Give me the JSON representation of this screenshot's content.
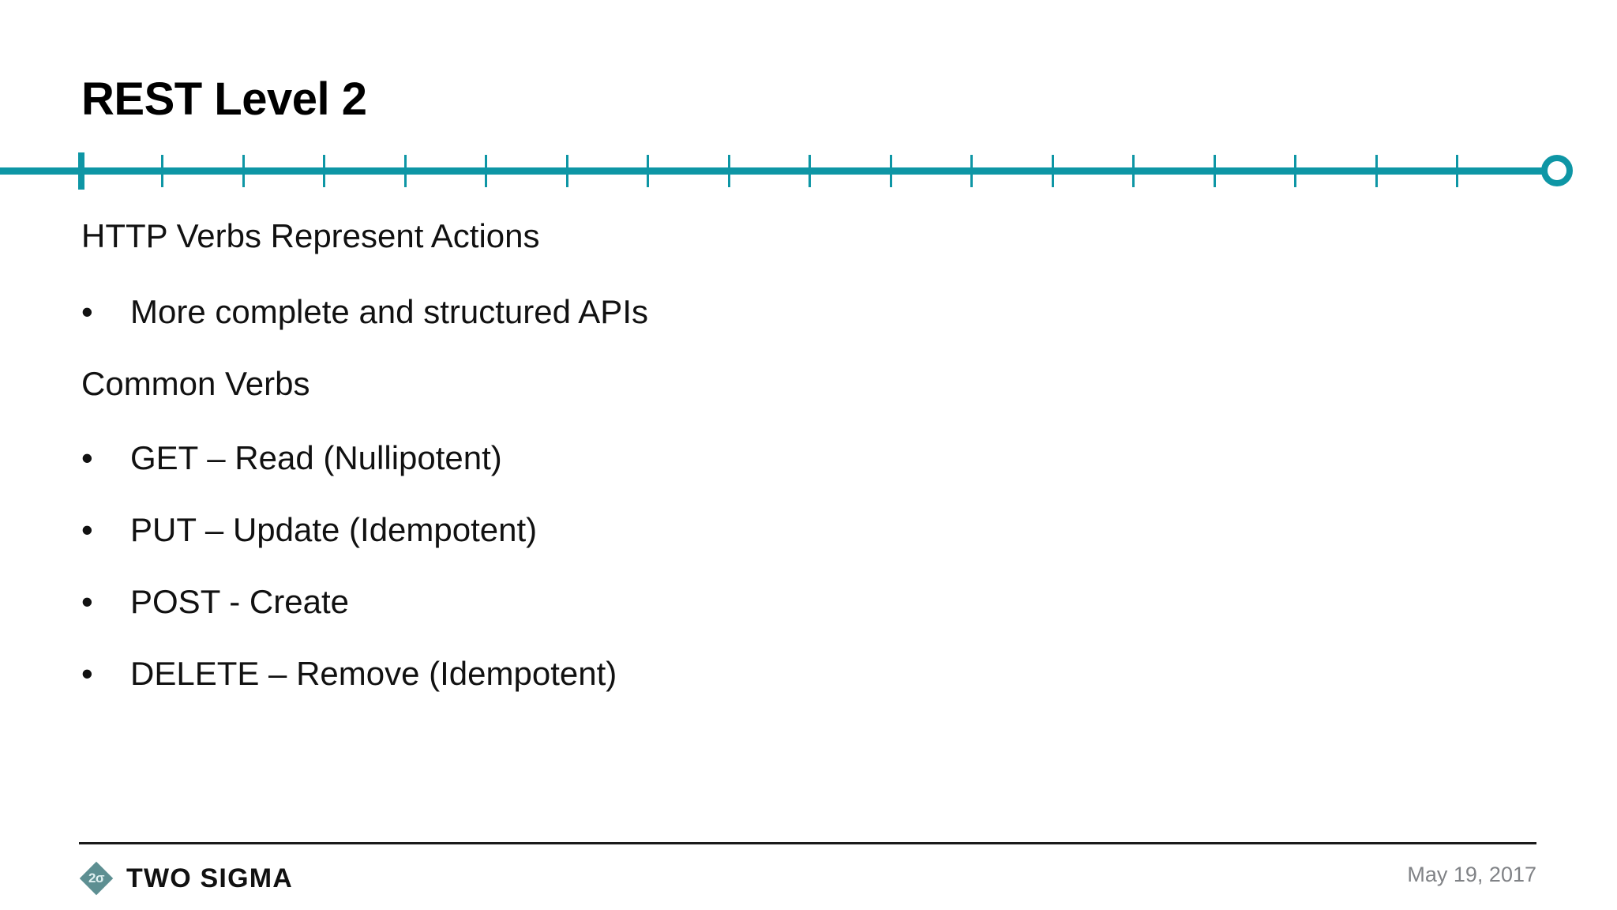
{
  "slide": {
    "title": "REST Level 2",
    "background_color": "#ffffff"
  },
  "timeline": {
    "accent_color": "#0E96A5",
    "total_ticks": 18,
    "current_tick_index": 0,
    "endcap_shape": "hollow-circle"
  },
  "content": {
    "lead_1": "HTTP Verbs Represent Actions",
    "bullets_1": [
      {
        "marker": "•",
        "text": "More complete and structured APIs"
      }
    ],
    "lead_2": "Common Verbs",
    "bullets_2": [
      {
        "marker": "•",
        "text": "GET – Read (Nullipotent)"
      },
      {
        "marker": "•",
        "text": "PUT – Update (Idempotent)"
      },
      {
        "marker": "•",
        "text": "POST - Create"
      },
      {
        "marker": "•",
        "text": "DELETE – Remove (Idempotent)"
      }
    ]
  },
  "footer": {
    "brand_name": "TWO SIGMA",
    "brand_mark_glyph": "2σ",
    "brand_mark_color": "#5d8f92",
    "date": "May 19, 2017",
    "date_color": "#808286"
  }
}
